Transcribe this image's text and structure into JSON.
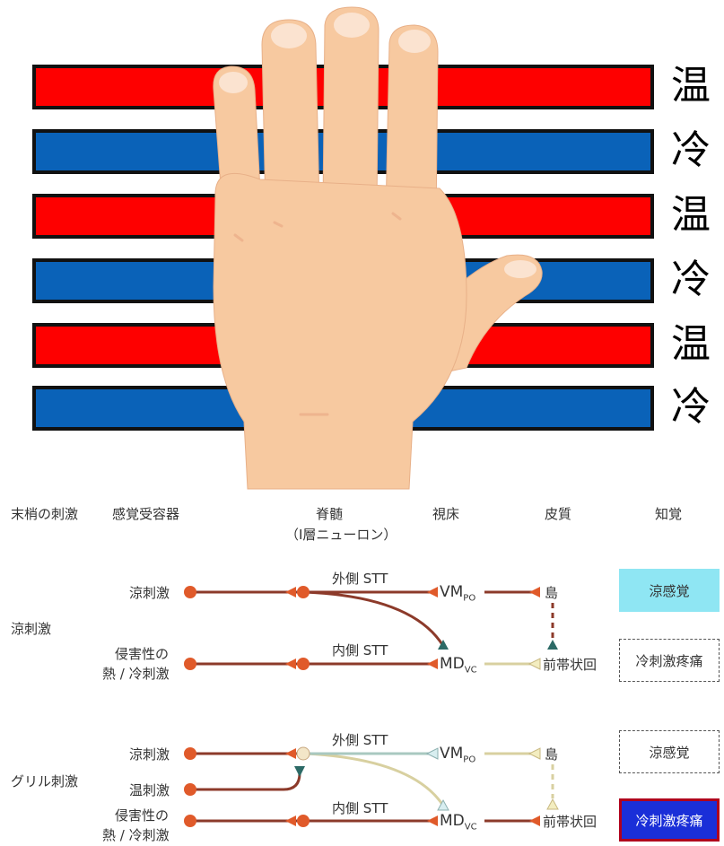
{
  "illustration": {
    "bars": [
      {
        "type": "warm",
        "label": "温"
      },
      {
        "type": "cold",
        "label": "冷"
      },
      {
        "type": "warm",
        "label": "温"
      },
      {
        "type": "cold",
        "label": "冷"
      },
      {
        "type": "warm",
        "label": "温"
      },
      {
        "type": "cold",
        "label": "冷"
      }
    ],
    "colors": {
      "warm": "#fe0000",
      "cold": "#0a62b8",
      "hand": "#f7c9a0"
    }
  },
  "headers": {
    "peripheral_stimulus": "末梢の刺激",
    "receptor": "感覚受容器",
    "spinal_cord": "脊髄",
    "spinal_layer": "（I層ニューロン）",
    "thalamus": "視床",
    "cortex": "皮質",
    "perception": "知覚"
  },
  "cool_section": {
    "title": "涼刺激",
    "stim_cool": "涼刺激",
    "stim_noxious_1": "侵害性の",
    "stim_noxious_2": "熱 / 冷刺激",
    "tract_lateral": "外側 STT",
    "tract_medial": "内側 STT",
    "thal_vmpo": "VM",
    "thal_vmpo_sub": "PO",
    "thal_mdvc": "MD",
    "thal_mdvc_sub": "VC",
    "cortex_insula": "島",
    "cortex_acc": "前帯状回",
    "percept_cool": "涼感覚",
    "percept_cold_pain": "冷刺激疼痛"
  },
  "grill_section": {
    "title": "グリル刺激",
    "stim_cool": "涼刺激",
    "stim_warm": "温刺激",
    "stim_noxious_1": "侵害性の",
    "stim_noxious_2": "熱 / 冷刺激",
    "tract_lateral": "外側 STT",
    "tract_medial": "内側 STT",
    "thal_vmpo": "VM",
    "thal_vmpo_sub": "PO",
    "thal_mdvc": "MD",
    "thal_mdvc_sub": "VC",
    "cortex_insula": "島",
    "cortex_acc": "前帯状回",
    "percept_cool": "涼感覚",
    "percept_cold_pain": "冷刺激疼痛"
  }
}
